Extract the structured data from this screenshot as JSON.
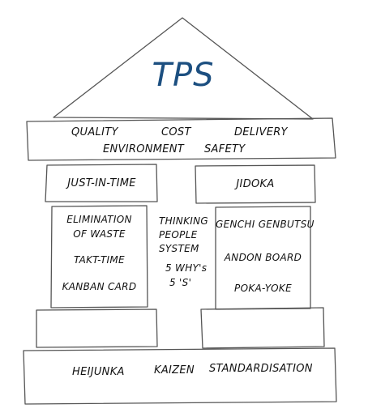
{
  "title": "TPS",
  "roof_beam": {
    "line1": [
      "QUALITY",
      "COST",
      "DELIVERY"
    ],
    "line2": [
      "ENVIRONMENT",
      "SAFETY"
    ]
  },
  "left_pillar": {
    "header": "JUST-IN-TIME",
    "items": [
      "ELIMINATION",
      "OF WASTE",
      "TAKT-TIME",
      "KANBAN CARD"
    ]
  },
  "center": {
    "lines": [
      "THINKING",
      "PEOPLE",
      "SYSTEM",
      "5 WHY's",
      "5 'S'"
    ]
  },
  "right_pillar": {
    "header": "JIDOKA",
    "items": [
      "GENCHI GENBUTSU",
      "ANDON BOARD",
      "POKA-YOKE"
    ]
  },
  "foundation": {
    "items": [
      "HEIJUNKA",
      "KAIZEN",
      "STANDARDISATION"
    ]
  }
}
